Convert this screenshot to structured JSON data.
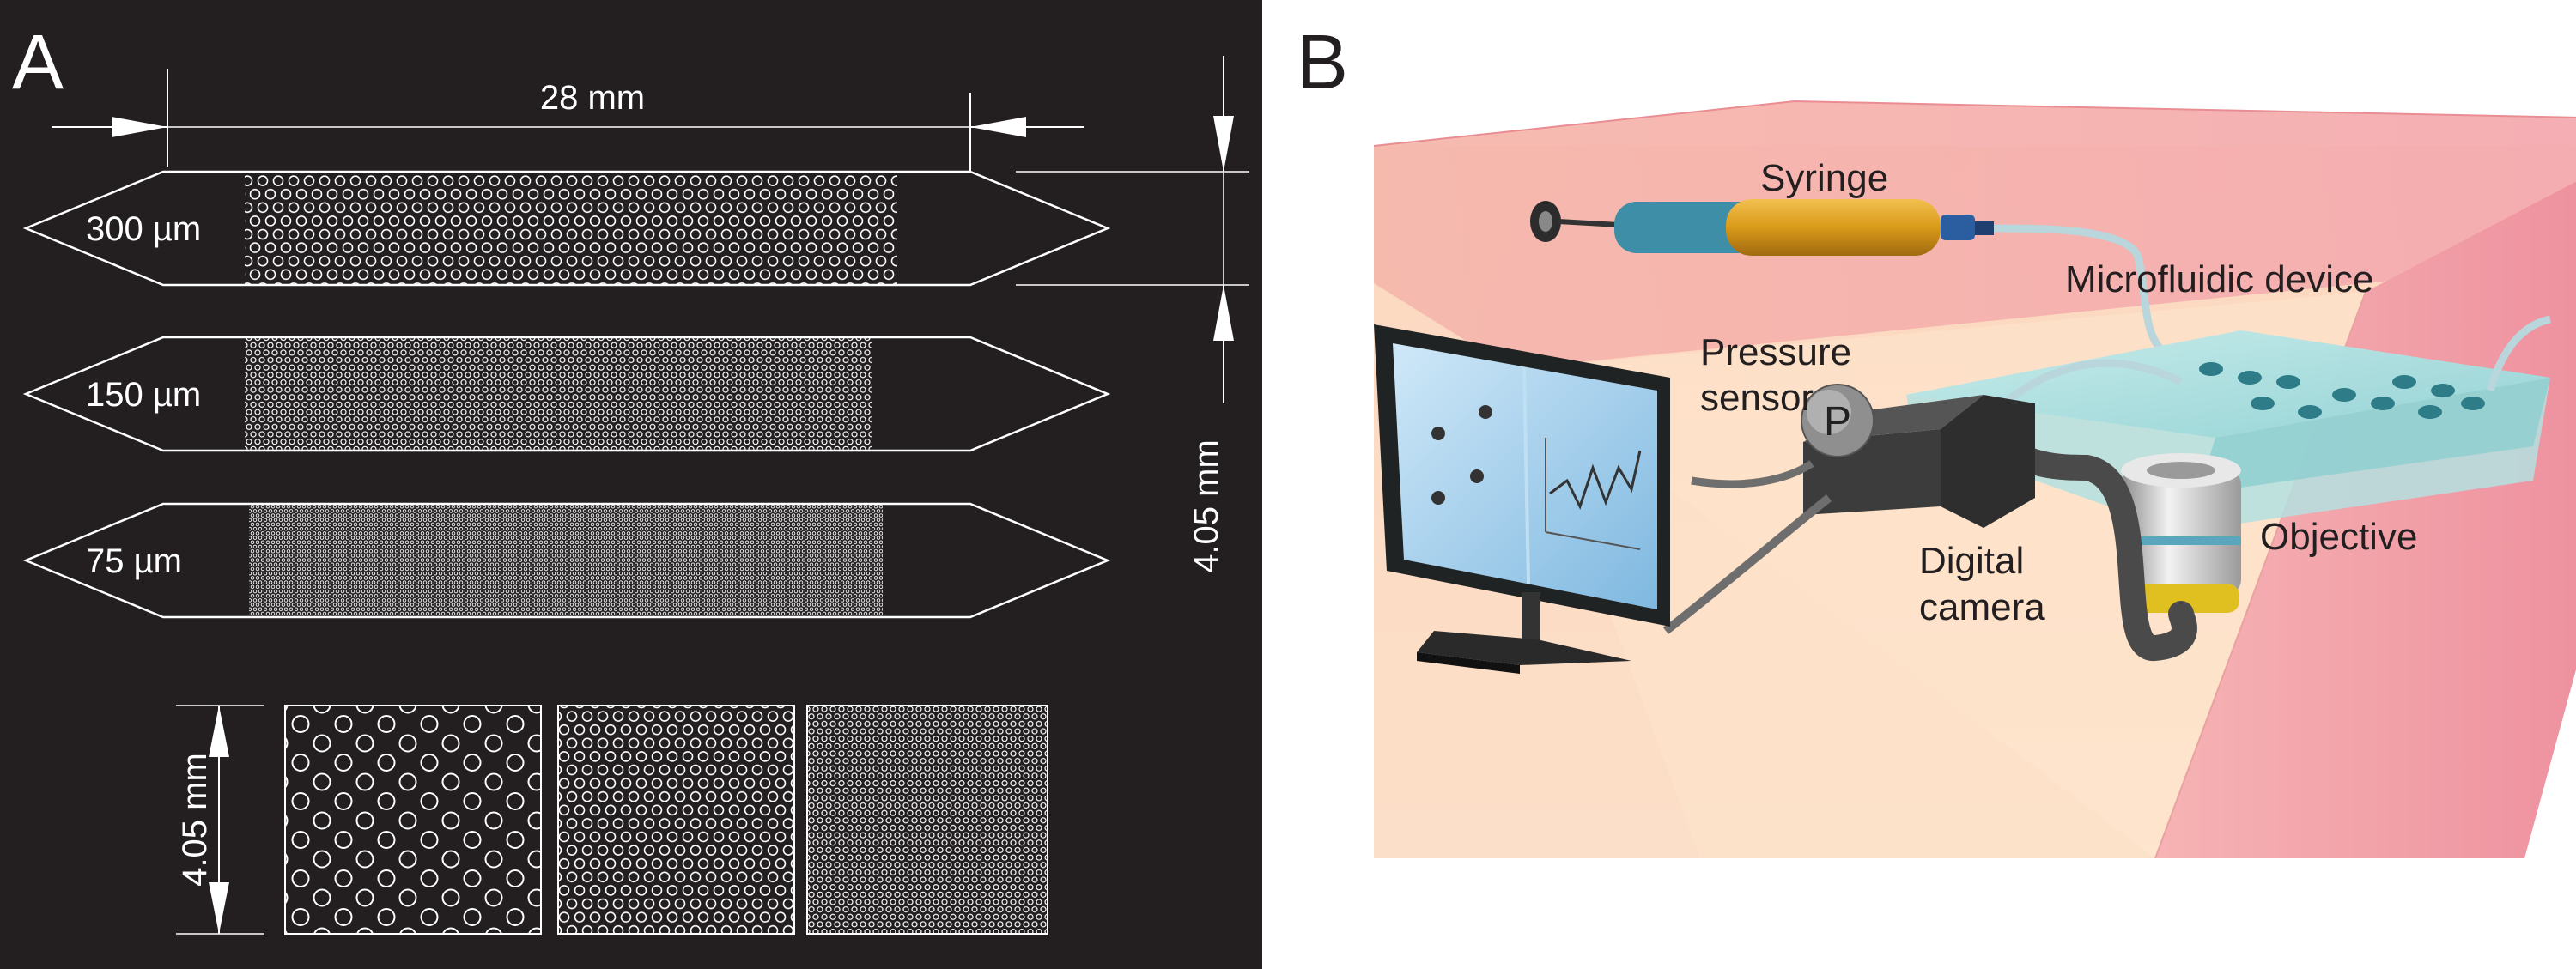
{
  "panel_a": {
    "letter": "A",
    "length_label": "28 mm",
    "width_label": "4.05 mm",
    "square_label": "4.05 mm",
    "channels": [
      {
        "label": "300 µm"
      },
      {
        "label": "150 µm"
      },
      {
        "label": "75 µm"
      }
    ]
  },
  "panel_b": {
    "letter": "B",
    "labels": {
      "syringe": "Syringe",
      "microfluidic_device": "Microfluidic device",
      "pressure_line1": "Pressure",
      "pressure_line2": "sensor",
      "pressure_symbol": "P",
      "camera_line1": "Digital",
      "camera_line2": "camera",
      "objective": "Objective"
    }
  },
  "colors": {
    "panel_a_bg": "#231f20",
    "line": "#ffffff",
    "box_side": "#f3a6aa",
    "box_back": "#f8c0b8",
    "box_floor": "#fde3c8",
    "device": "#a8dcdc",
    "syringe_barrel": "#e3a020",
    "monitor_screen": "#a9d4ee"
  }
}
